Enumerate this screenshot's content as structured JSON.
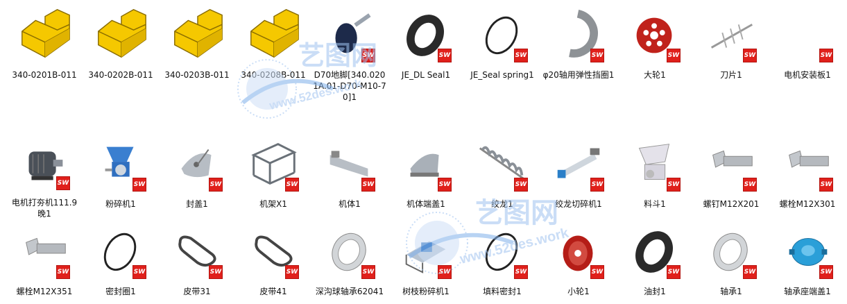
{
  "watermark": {
    "brand": "艺图网",
    "site": "www.52des.work"
  },
  "items": [
    {
      "label": "340-0201B-011",
      "icon": "folder-block-icon"
    },
    {
      "label": "340-0202B-011",
      "icon": "folder-block-icon"
    },
    {
      "label": "340-0203B-011",
      "icon": "folder-block-icon"
    },
    {
      "label": "340-0208B-011",
      "icon": "folder-block-icon"
    },
    {
      "label": "D70地脚[340.0201A.01-D70-M10-70]1",
      "icon": "foot-screw-icon"
    },
    {
      "label": "JE_DL Seal1",
      "icon": "black-seal-ring-icon"
    },
    {
      "label": "JE_Seal spring1",
      "icon": "thin-ring-icon"
    },
    {
      "label": "φ20轴用弹性挡圈1",
      "icon": "retaining-ring-icon"
    },
    {
      "label": "大轮1",
      "icon": "red-pulley-icon"
    },
    {
      "label": "刀片1",
      "icon": "blade-shaft-icon"
    },
    {
      "label": "电机安装板1",
      "icon": "blank-part-icon"
    },
    {
      "label": "电机打夯机111.9晚1",
      "icon": "motor-icon"
    },
    {
      "label": "粉碎机1",
      "icon": "crusher-icon"
    },
    {
      "label": "封盖1",
      "icon": "cover-icon"
    },
    {
      "label": "机架X1",
      "icon": "frame-icon"
    },
    {
      "label": "机体1",
      "icon": "machine-body-icon"
    },
    {
      "label": "机体端盖1",
      "icon": "end-cover-icon"
    },
    {
      "label": "绞龙1",
      "icon": "auger-icon"
    },
    {
      "label": "绞龙切碎机1",
      "icon": "auger-cutter-icon"
    },
    {
      "label": "料斗1",
      "icon": "hopper-icon"
    },
    {
      "label": "螺钉M12X201",
      "icon": "bolt-icon"
    },
    {
      "label": "螺栓M12X301",
      "icon": "bolt-icon"
    },
    {
      "label": "螺栓M12X351",
      "icon": "bolt-icon"
    },
    {
      "label": "密封圈1",
      "icon": "thin-ring-icon"
    },
    {
      "label": "皮带31",
      "icon": "belt-icon"
    },
    {
      "label": "皮带41",
      "icon": "belt-icon"
    },
    {
      "label": "深沟球轴承62041",
      "icon": "bearing-icon"
    },
    {
      "label": "树枝粉碎机1",
      "icon": "branch-crusher-icon"
    },
    {
      "label": "填料密封1",
      "icon": "thin-ring-icon"
    },
    {
      "label": "小轮1",
      "icon": "red-pulley-small-icon"
    },
    {
      "label": "油封1",
      "icon": "black-seal-ring-icon"
    },
    {
      "label": "轴承1",
      "icon": "bearing-icon"
    },
    {
      "label": "轴承座端盖1",
      "icon": "blue-cap-icon"
    }
  ],
  "badge": "SW",
  "colors": {
    "folder": "#f5c800",
    "badge": "#e0201b",
    "pulley": "#c0221b",
    "cap": "#2a9fd8"
  }
}
